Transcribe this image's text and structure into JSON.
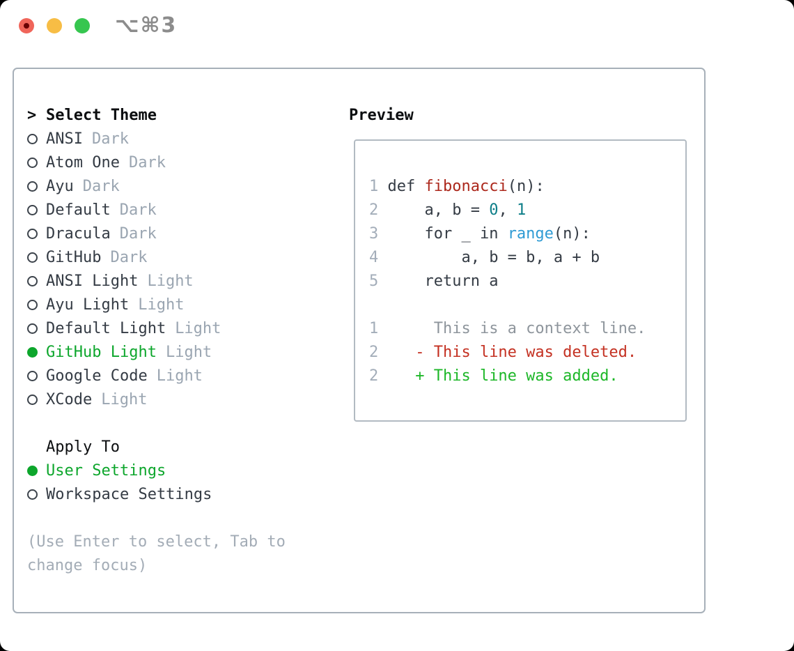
{
  "titlebar": {
    "title": "⌥⌘3",
    "traffic_lights": [
      "close",
      "minimize",
      "zoom"
    ]
  },
  "colors": {
    "selection_green": "#0da62c",
    "added_green": "#1db728",
    "deleted_red": "#c43122",
    "function_red": "#ac281c",
    "number_teal": "#0d7e88",
    "builtin_blue": "#2f9bd4"
  },
  "theme_panel": {
    "header": {
      "prefix": ">",
      "label": "Select Theme"
    },
    "items": [
      {
        "name": "ANSI",
        "tag": "Dark",
        "selected": false
      },
      {
        "name": "Atom One",
        "tag": "Dark",
        "selected": false
      },
      {
        "name": "Ayu",
        "tag": "Dark",
        "selected": false
      },
      {
        "name": "Default",
        "tag": "Dark",
        "selected": false
      },
      {
        "name": "Dracula",
        "tag": "Dark",
        "selected": false
      },
      {
        "name": "GitHub",
        "tag": "Dark",
        "selected": false
      },
      {
        "name": "ANSI Light",
        "tag": "Light",
        "selected": false
      },
      {
        "name": "Ayu Light",
        "tag": "Light",
        "selected": false
      },
      {
        "name": "Default Light",
        "tag": "Light",
        "selected": false
      },
      {
        "name": "GitHub Light",
        "tag": "Light",
        "selected": true
      },
      {
        "name": "Google Code",
        "tag": "Light",
        "selected": false
      },
      {
        "name": "XCode",
        "tag": "Light",
        "selected": false
      }
    ],
    "apply_to": {
      "label": "Apply To",
      "options": [
        {
          "name": "User Settings",
          "selected": true
        },
        {
          "name": "Workspace Settings",
          "selected": false
        }
      ]
    },
    "help_lines": [
      "(Use Enter to select, Tab to",
      "change focus)"
    ]
  },
  "preview": {
    "title": "Preview",
    "code_lines": [
      {
        "num": "1",
        "tokens": [
          {
            "t": " def ",
            "c": "plain"
          },
          {
            "t": "fibonacci",
            "c": "func"
          },
          {
            "t": "(n):",
            "c": "plain"
          }
        ]
      },
      {
        "num": "2",
        "tokens": [
          {
            "t": "     a, b = ",
            "c": "plain"
          },
          {
            "t": "0",
            "c": "num"
          },
          {
            "t": ", ",
            "c": "plain"
          },
          {
            "t": "1",
            "c": "num"
          }
        ]
      },
      {
        "num": "3",
        "tokens": [
          {
            "t": "     for _ in ",
            "c": "plain"
          },
          {
            "t": "range",
            "c": "builtin"
          },
          {
            "t": "(n):",
            "c": "plain"
          }
        ]
      },
      {
        "num": "4",
        "tokens": [
          {
            "t": "         a, b = b, a + b",
            "c": "plain"
          }
        ]
      },
      {
        "num": "5",
        "tokens": [
          {
            "t": "     return a",
            "c": "plain"
          }
        ]
      },
      {
        "num": "",
        "tokens": []
      },
      {
        "num": "1",
        "tokens": [
          {
            "t": "      This is a context line.",
            "c": "context"
          }
        ]
      },
      {
        "num": "2",
        "tokens": [
          {
            "t": "    - This line was deleted.",
            "c": "del"
          }
        ]
      },
      {
        "num": "2",
        "tokens": [
          {
            "t": "    + This line was added.",
            "c": "add"
          }
        ]
      }
    ]
  }
}
